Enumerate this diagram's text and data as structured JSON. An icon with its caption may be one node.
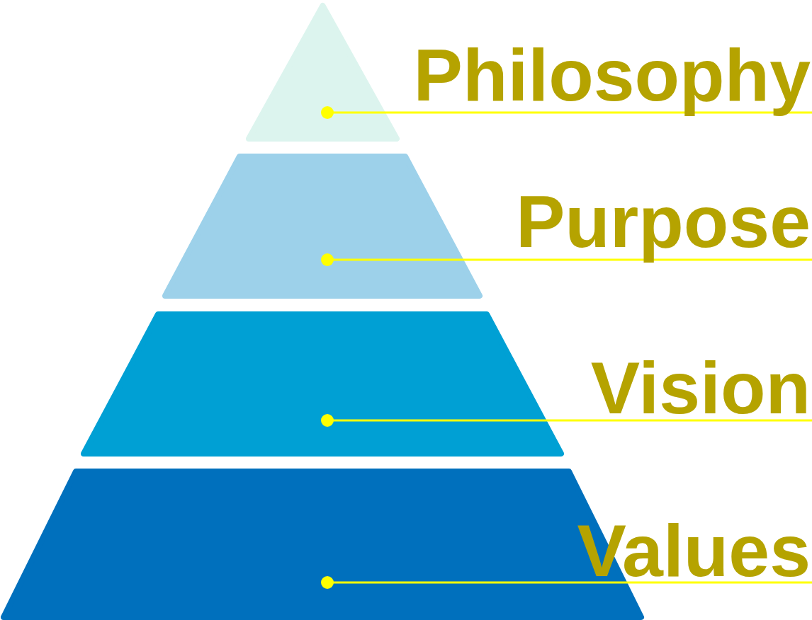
{
  "diagram": {
    "nodes": [
      {
        "text": [],
        "shape": "triangle"
      },
      {
        "text": [
          "Philosophy"
        ]
      },
      {
        "text": [],
        "shape": "trapezoid"
      },
      {
        "text": [
          "Purpose"
        ]
      },
      {
        "text": [],
        "shape": "trapezoid"
      },
      {
        "text": [
          "Vision"
        ]
      },
      {
        "text": [],
        "shape": "trapezoid"
      },
      {
        "text": [
          "Values"
        ]
      }
    ],
    "edges": [
      {
        "from": 1,
        "to": 0,
        "arrow": "other"
      },
      {
        "from": 3,
        "to": 2,
        "arrow": "other"
      },
      {
        "from": 5,
        "to": 4,
        "arrow": "other"
      },
      {
        "from": 7,
        "to": 6,
        "arrow": "other"
      }
    ]
  }
}
